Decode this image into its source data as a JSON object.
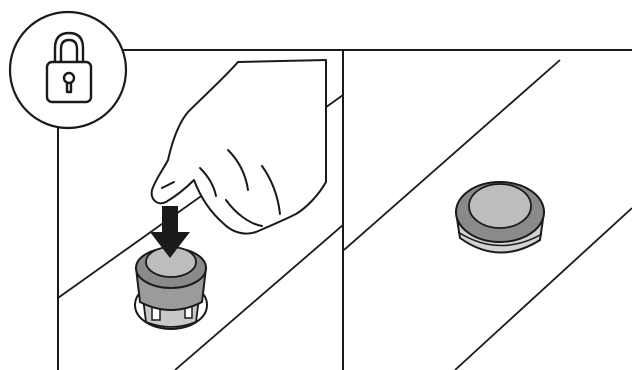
{
  "figure": {
    "panels": [
      {
        "id": "left",
        "step": "press-down"
      },
      {
        "id": "right",
        "step": "locked"
      }
    ],
    "badge": {
      "icon": "padlock-icon",
      "meaning": "lock"
    },
    "colors": {
      "line": "#1a1a1a",
      "background": "#ffffff",
      "button_dark": "#8a8a8a",
      "button_mid": "#a9a9a9",
      "button_light": "#c9c9c9",
      "arrow": "#1a1a1a"
    }
  }
}
